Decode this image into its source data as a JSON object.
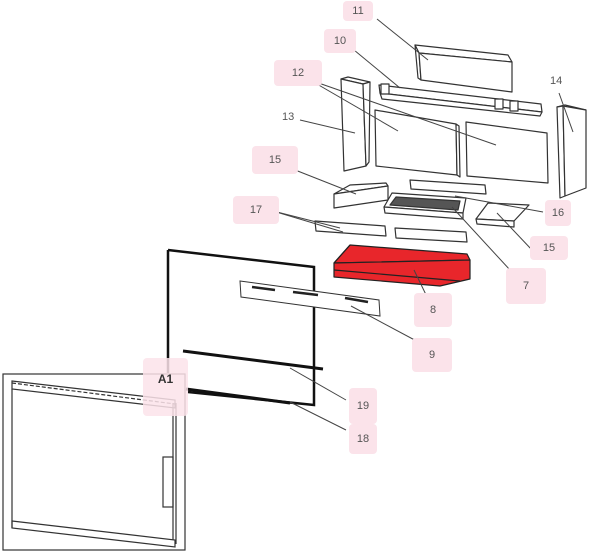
{
  "diagram": {
    "type": "exploded-parts-diagram",
    "highlight_color": "#e8262b",
    "badge_color": "#fbe3ea",
    "line_color": "#333333",
    "parts": [
      {
        "id": "11",
        "label": "11",
        "highlighted_badge": true
      },
      {
        "id": "10",
        "label": "10",
        "highlighted_badge": true
      },
      {
        "id": "12",
        "label": "12",
        "highlighted_badge": true
      },
      {
        "id": "13",
        "label": "13",
        "highlighted_badge": false
      },
      {
        "id": "14",
        "label": "14",
        "highlighted_badge": false
      },
      {
        "id": "15a",
        "label": "15",
        "highlighted_badge": true
      },
      {
        "id": "16",
        "label": "16",
        "highlighted_badge": true
      },
      {
        "id": "15b",
        "label": "15",
        "highlighted_badge": true
      },
      {
        "id": "17",
        "label": "17",
        "highlighted_badge": true
      },
      {
        "id": "7",
        "label": "7",
        "highlighted_badge": true
      },
      {
        "id": "8",
        "label": "8",
        "highlighted_badge": true,
        "part_highlighted_red": true
      },
      {
        "id": "9",
        "label": "9",
        "highlighted_badge": true
      },
      {
        "id": "19",
        "label": "19",
        "highlighted_badge": true
      },
      {
        "id": "18",
        "label": "18",
        "highlighted_badge": true
      },
      {
        "id": "A1",
        "label": "A1",
        "highlighted_badge": true
      }
    ]
  }
}
